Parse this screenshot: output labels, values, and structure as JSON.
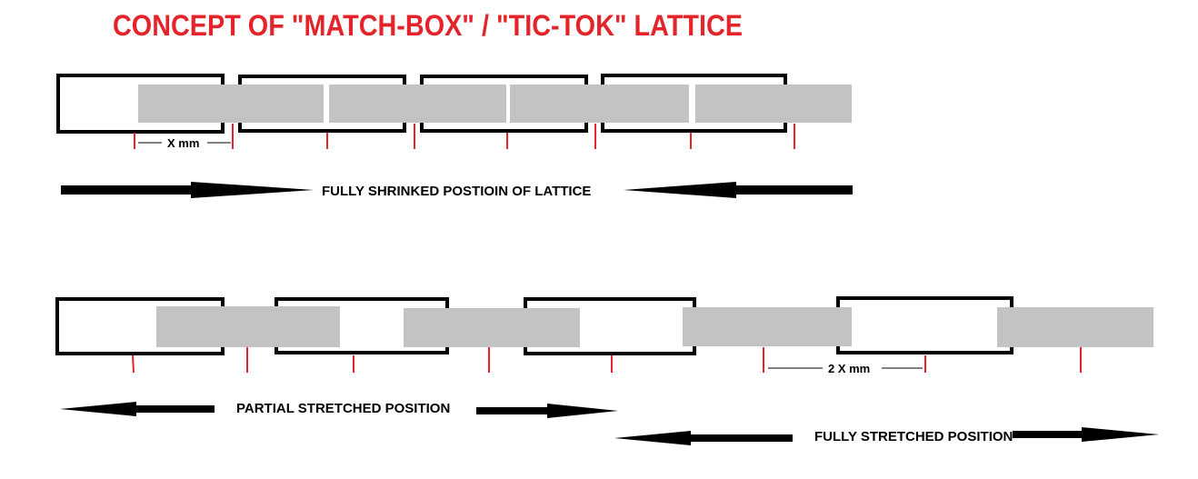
{
  "title": "CONCEPT OF \"MATCH-BOX\" / \"TIC-TOK\" LATTICE",
  "shrinked": {
    "dimension_label": "X mm",
    "position_label": "FULLY SHRINKED POSTIOIN OF LATTICE"
  },
  "stretched": {
    "dimension_label": "2 X mm",
    "partial_label": "PARTIAL STRETCHED POSITION",
    "full_label": "FULLY STRETCHED POSITION"
  },
  "colors": {
    "title": "#e4242b",
    "outline_box": "#000000",
    "slider_fill": "#c3c3c3",
    "tick_mark": "#e4242b",
    "arrow": "#000000"
  }
}
